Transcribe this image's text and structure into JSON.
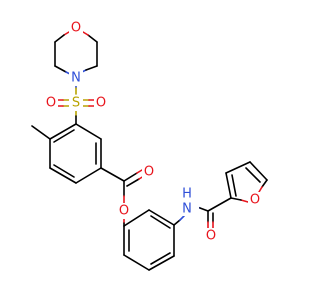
{
  "molecule": {
    "atoms": [
      {
        "id": "morph_o",
        "symbol": "O",
        "color": "#e8141c"
      },
      {
        "id": "morph_n",
        "symbol": "N",
        "color": "#2f4fd8"
      },
      {
        "id": "sulfur",
        "symbol": "S",
        "color": "#b8a300"
      },
      {
        "id": "so_left",
        "symbol": "O",
        "color": "#e8141c"
      },
      {
        "id": "so_right",
        "symbol": "O",
        "color": "#e8141c"
      },
      {
        "id": "ester_carbonyl_o",
        "symbol": "O",
        "color": "#e8141c"
      },
      {
        "id": "ester_o",
        "symbol": "O",
        "color": "#e8141c"
      },
      {
        "id": "amide_n",
        "symbol": "N",
        "color": "#2f4fd8"
      },
      {
        "id": "amide_h",
        "symbol": "H",
        "color": "#2f4fd8"
      },
      {
        "id": "amide_o",
        "symbol": "O",
        "color": "#e8141c"
      },
      {
        "id": "furan_o",
        "symbol": "O",
        "color": "#e8141c"
      }
    ]
  }
}
